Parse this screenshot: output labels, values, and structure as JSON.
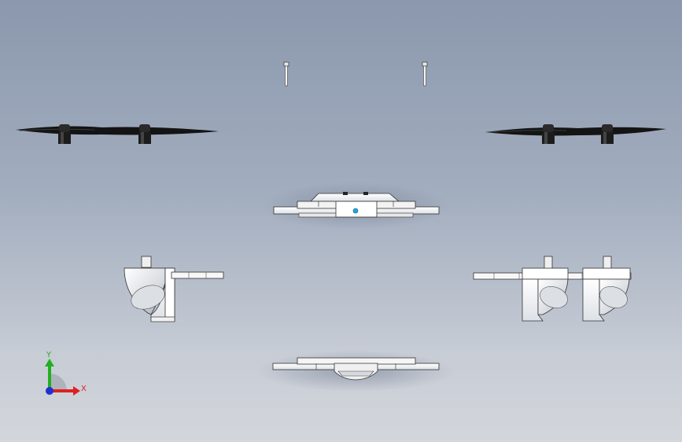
{
  "viewport": {
    "background_top": "#8b98ad",
    "background_bottom": "#d3d6db"
  },
  "triad": {
    "x_label": "X",
    "y_label": "Y",
    "x_color": "#e02020",
    "y_color": "#20b020",
    "z_color": "#2030d0"
  },
  "parts": {
    "fastener_left": "screw",
    "fastener_right": "screw",
    "propeller_left": "propeller",
    "propeller_right": "propeller",
    "frame_front": "frame",
    "frame_bottom": "frame",
    "motor_arm_left": "motor-mount",
    "motor_arm_right": "motor-mount"
  }
}
